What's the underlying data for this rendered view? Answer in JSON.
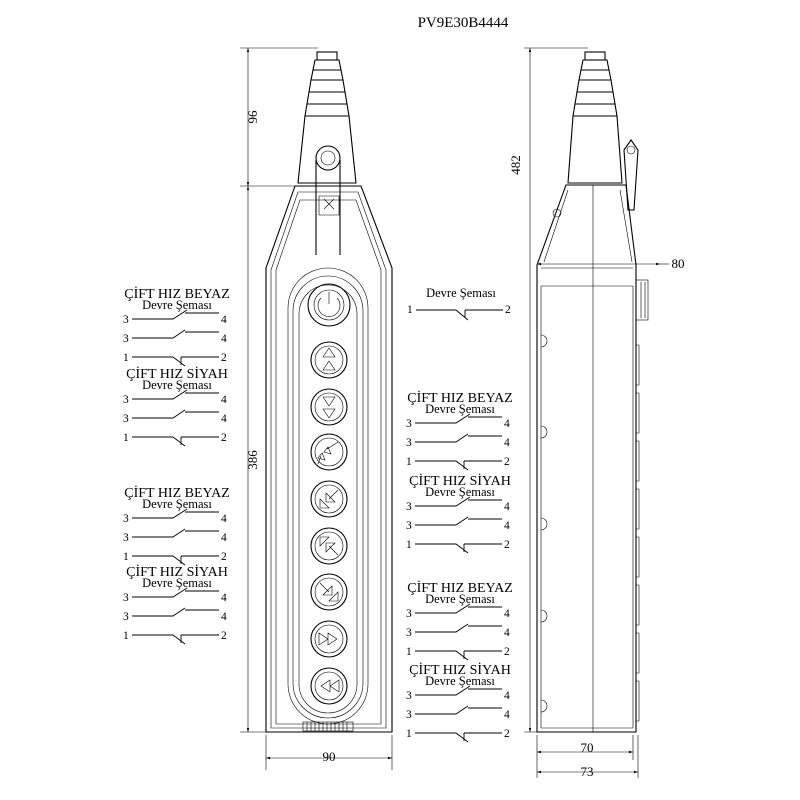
{
  "title": "PV9E30B4444",
  "dimensions": {
    "cable_gland_height": "96",
    "total_height": "482",
    "body_height": "386",
    "depth_with_button": "80",
    "front_width": "90",
    "side_depth": "70",
    "side_depth_total": "73"
  },
  "circuit": {
    "single_title": "Devre Şeması",
    "single_terminals": [
      "1",
      "2"
    ],
    "white_title": "ÇİFT HIZ BEYAZ",
    "black_title": "ÇİFT HIZ SİYAH",
    "subtitle": "Devre Şeması",
    "terminal_rows": [
      {
        "left": "3",
        "right": "4"
      },
      {
        "left": "3",
        "right": "4"
      },
      {
        "left": "1",
        "right": "2"
      }
    ],
    "black_terminal_rows": [
      {
        "left": "3",
        "right": "4"
      },
      {
        "left": "3",
        "right": "4"
      },
      {
        "left": "1",
        "right": "2"
      }
    ]
  },
  "buttons": [
    {
      "icon": "double-up-arrow-icon"
    },
    {
      "icon": "double-down-arrow-icon"
    },
    {
      "icon": "double-diagonal-up-right-arrow-icon"
    },
    {
      "icon": "double-diagonal-down-left-arrow-icon"
    },
    {
      "icon": "double-diagonal-up-left-arrow-icon"
    },
    {
      "icon": "double-diagonal-down-right-arrow-icon"
    },
    {
      "icon": "double-right-arrow-icon"
    },
    {
      "icon": "double-left-arrow-icon"
    }
  ],
  "colors": {
    "line": "#000000",
    "background": "#ffffff"
  }
}
